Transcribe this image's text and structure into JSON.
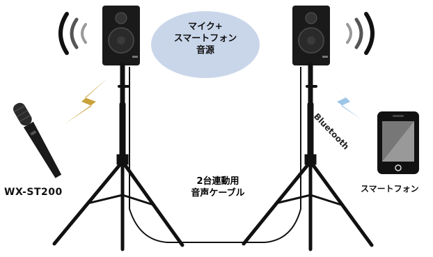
{
  "bubble": {
    "line1": "マイク+",
    "line2": "スマートフォン",
    "line3": "音源"
  },
  "mic": {
    "label": "WX-ST200"
  },
  "phone": {
    "label": "スマートフォン"
  },
  "bluetooth": {
    "label": "Bluetooth"
  },
  "cable": {
    "line1": "2台連動用",
    "line2": "音声ケーブル"
  },
  "colors": {
    "bubble": "#c9d6ea",
    "wireless_wave": "#c9a23a",
    "bluetooth_wave": "#9ec6e8",
    "speaker": "#1a1a1a"
  }
}
